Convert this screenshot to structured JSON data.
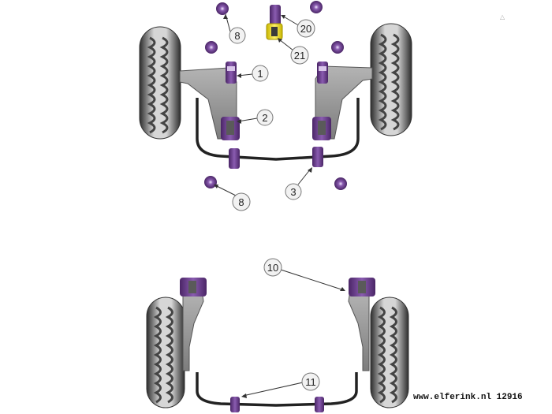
{
  "diagram": {
    "callouts": [
      {
        "id": "c8a",
        "label": "8"
      },
      {
        "id": "c20",
        "label": "20"
      },
      {
        "id": "c21",
        "label": "21"
      },
      {
        "id": "c1",
        "label": "1"
      },
      {
        "id": "c2",
        "label": "2"
      },
      {
        "id": "c3",
        "label": "3"
      },
      {
        "id": "c8b",
        "label": "8"
      },
      {
        "id": "c10",
        "label": "10"
      },
      {
        "id": "c11",
        "label": "11"
      }
    ],
    "colors": {
      "bush_purple": "#6a3d8f",
      "bush_yellow": "#f2e24a",
      "arm_grey": "#9a9a9a",
      "tyre_dark": "#3a3a3a",
      "tyre_light": "#cfcfcf"
    }
  },
  "watermark": "www.elferink.nl 12916",
  "corner_mark": "△"
}
